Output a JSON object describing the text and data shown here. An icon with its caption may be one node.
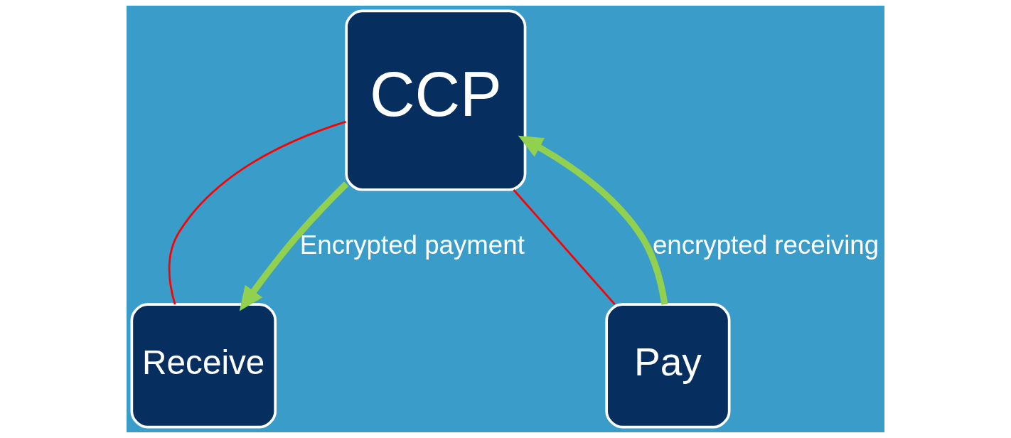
{
  "diagram": {
    "nodes": [
      {
        "text": [
          "CCP"
        ]
      },
      {
        "text": [
          "Pay"
        ]
      },
      {
        "text": [
          "Receive"
        ]
      }
    ],
    "edges": [
      {
        "from": 1,
        "to": 0,
        "arrow": "none",
        "color": "#ff0000"
      },
      {
        "from": 0,
        "to": 2,
        "arrow": "none",
        "color": "#ff0000"
      },
      {
        "from": 1,
        "to": 0,
        "arrow": "to",
        "label": "encrypted receiving",
        "style": "thick",
        "color": "#92d050"
      },
      {
        "from": 0,
        "to": 2,
        "arrow": "to",
        "label": "Encrypted payment",
        "style": "thick",
        "color": "#92d050"
      }
    ]
  }
}
